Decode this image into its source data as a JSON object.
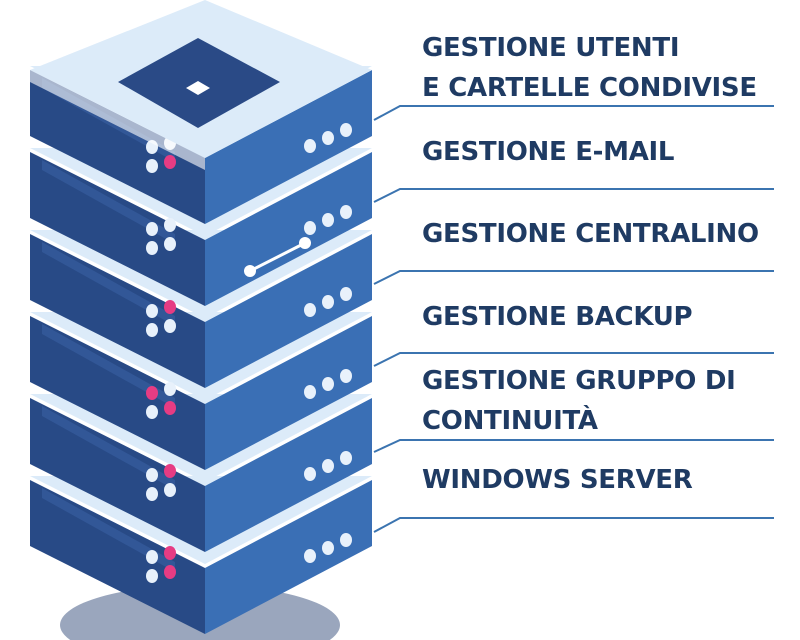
{
  "services": [
    {
      "lines": [
        "GESTIONE UTENTI",
        "E CARTELLE CONDIVISE"
      ]
    },
    {
      "lines": [
        "GESTIONE E-MAIL"
      ]
    },
    {
      "lines": [
        "GESTIONE CENTRALINO"
      ]
    },
    {
      "lines": [
        "GESTIONE BACKUP"
      ]
    },
    {
      "lines": [
        "GESTIONE GRUPPO DI",
        "CONTINUITÀ"
      ]
    },
    {
      "lines": [
        "WINDOWS SERVER"
      ]
    }
  ],
  "colors": {
    "text": "#1f3b63",
    "leader_line": "#3b74b0",
    "server_top": "#dcebf9",
    "server_front": "#284a86",
    "server_side": "#3a6fb5",
    "led_white": "#e8f1fb",
    "led_pink": "#e63c83",
    "shadow": "#9aa6bd"
  },
  "icons": [
    "server-rack-icon",
    "led-indicator-icon",
    "cable-icon"
  ]
}
